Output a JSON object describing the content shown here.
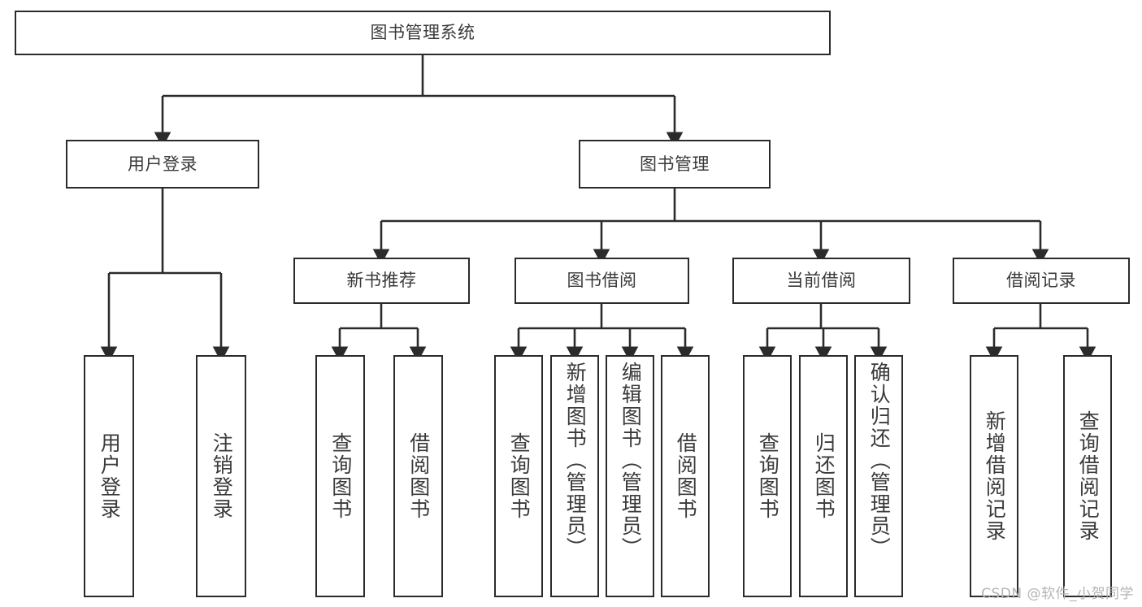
{
  "diagram": {
    "type": "tree",
    "title": "图书管理系统",
    "root": {
      "id": "root",
      "label": "图书管理系统"
    },
    "level1": [
      {
        "id": "user-login",
        "label": "用户登录"
      },
      {
        "id": "book-manage",
        "label": "图书管理"
      }
    ],
    "level2": [
      {
        "id": "new-book-recommend",
        "label": "新书推荐",
        "parent": "book-manage"
      },
      {
        "id": "book-borrow",
        "label": "图书借阅",
        "parent": "book-manage"
      },
      {
        "id": "current-borrow",
        "label": "当前借阅",
        "parent": "book-manage"
      },
      {
        "id": "borrow-record",
        "label": "借阅记录",
        "parent": "book-manage"
      }
    ],
    "leaves": [
      {
        "id": "leaf-user-login",
        "label": "用户登录",
        "parent": "user-login"
      },
      {
        "id": "leaf-logout-login",
        "label": "注销登录",
        "parent": "user-login"
      },
      {
        "id": "leaf-query-book-1",
        "label": "查询图书",
        "parent": "new-book-recommend"
      },
      {
        "id": "leaf-borrow-book-1",
        "label": "借阅图书",
        "parent": "new-book-recommend"
      },
      {
        "id": "leaf-query-book-2",
        "label": "查询图书",
        "parent": "book-borrow"
      },
      {
        "id": "leaf-add-book-admin",
        "label": "新增图书（管理员）",
        "parent": "book-borrow"
      },
      {
        "id": "leaf-edit-book-admin",
        "label": "编辑图书（管理员）",
        "parent": "book-borrow"
      },
      {
        "id": "leaf-borrow-book-2",
        "label": "借阅图书",
        "parent": "book-borrow"
      },
      {
        "id": "leaf-query-book-3",
        "label": "查询图书",
        "parent": "current-borrow"
      },
      {
        "id": "leaf-return-book",
        "label": "归还图书",
        "parent": "current-borrow"
      },
      {
        "id": "leaf-confirm-return-admin",
        "label": "确认归还（管理员）",
        "parent": "current-borrow"
      },
      {
        "id": "leaf-add-borrow-record",
        "label": "新增借阅记录",
        "parent": "borrow-record"
      },
      {
        "id": "leaf-query-borrow-record",
        "label": "查询借阅记录",
        "parent": "borrow-record"
      }
    ]
  },
  "watermark": {
    "text": "CSDN @软件_小贺同学"
  },
  "colors": {
    "stroke": "#2b2b2b",
    "text": "#3a3a3a",
    "background": "#ffffff",
    "watermark": "#b4b4b4"
  }
}
